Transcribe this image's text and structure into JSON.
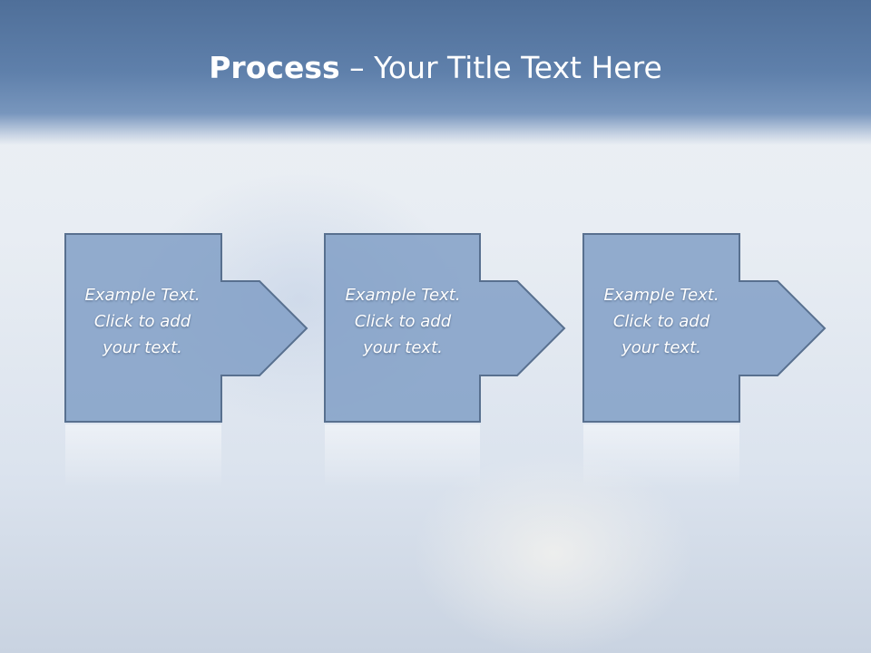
{
  "slide": {
    "title_bold": "Process",
    "title_rest": "– Your Title Text Here"
  },
  "steps": [
    {
      "line1": "Example Text.",
      "line2": "Click  to add",
      "line3": "your text."
    },
    {
      "line1": "Example Text.",
      "line2": "Click  to add",
      "line3": "your text."
    },
    {
      "line1": "Example Text.",
      "line2": "Click  to add",
      "line3": "your text."
    }
  ],
  "colors": {
    "box_fill": "#7e9cc5",
    "box_stroke": "#58708f",
    "title_band": "#5f80ab"
  }
}
